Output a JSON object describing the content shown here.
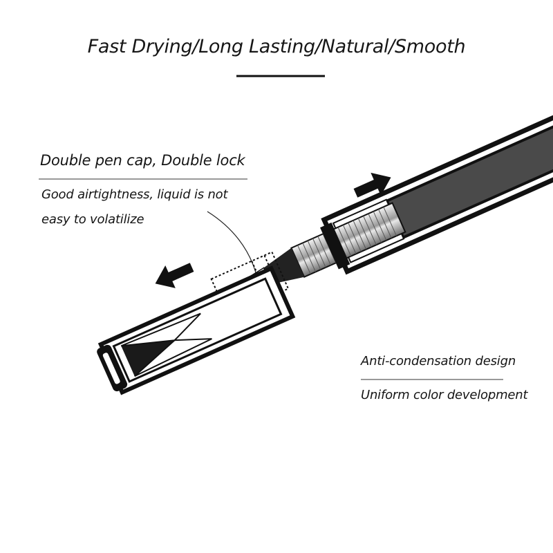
{
  "title": "Fast Drying/Long Lasting/Natural/Smooth",
  "left_callout": {
    "heading": "Double pen cap,  Double lock",
    "line1": "Good airtightness, liquid is not",
    "line2": "easy to volatilize"
  },
  "right_callout": {
    "line1": "Anti-condensation design",
    "line2": "Uniform color development"
  },
  "colors": {
    "ink": "#111111",
    "barrel_fill": "#4a4a4a",
    "metal": "#bdbdbd",
    "background": "#ffffff"
  },
  "icons": [
    "arrow-left-icon",
    "arrow-right-icon"
  ]
}
